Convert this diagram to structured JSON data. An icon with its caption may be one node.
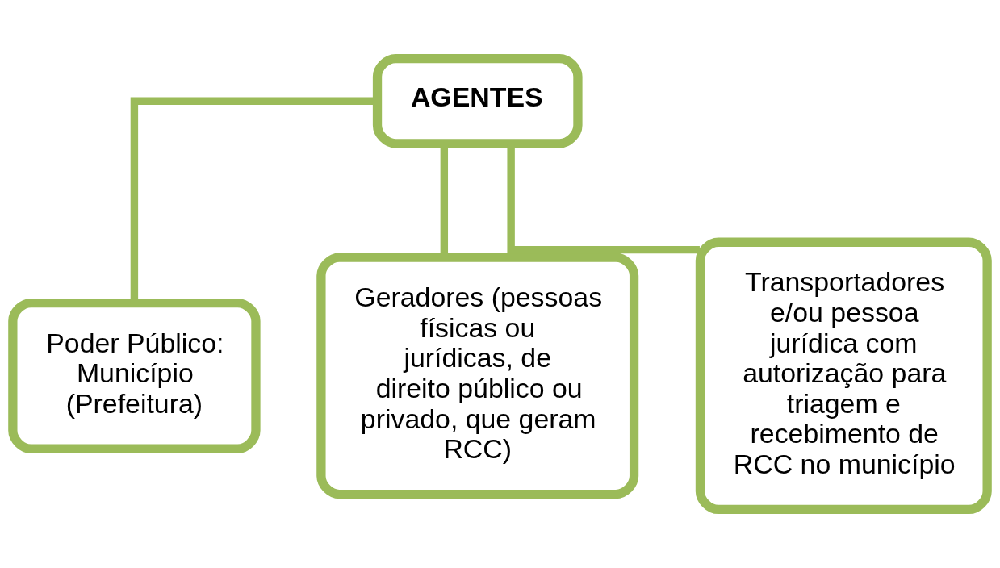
{
  "diagram": {
    "nodes": [
      {
        "text": [
          "AGENTES"
        ]
      },
      {
        "text": [
          "Poder Público: Município (Prefeitura)"
        ]
      },
      {
        "text": [
          "Geradores (pessoas físicas ou jurídicas, de direito público ou privado, que geram RCC)"
        ]
      },
      {
        "text": [
          "Transportadores e/ou pessoa jurídica com autorização para triagem e recebimento de RCC no município"
        ]
      }
    ],
    "edges": [
      {
        "from": 0,
        "to": 1,
        "arrow": "none"
      },
      {
        "from": 0,
        "to": 2,
        "arrow": "none"
      },
      {
        "from": 0,
        "to": 3,
        "arrow": "none"
      }
    ]
  }
}
